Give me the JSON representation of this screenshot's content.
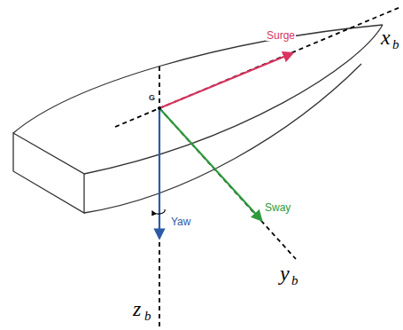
{
  "diagram": {
    "labels": [
      "Surge",
      "Sway",
      "Yaw",
      "G",
      "x",
      "b",
      "y",
      "b",
      "z",
      "b"
    ]
  }
}
